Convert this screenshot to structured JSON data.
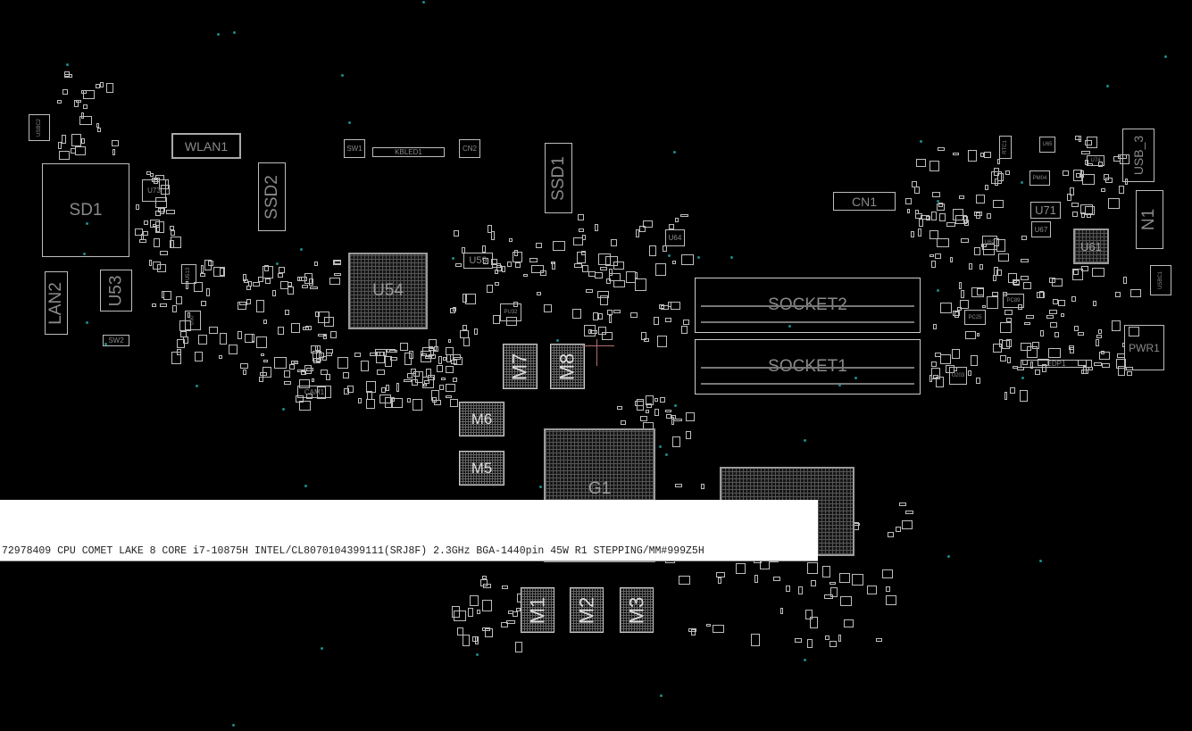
{
  "board": {
    "components": {
      "SD1": "SD1",
      "WLAN1": "WLAN1",
      "SSD2": "SSD2",
      "USBC2": "USBC2",
      "U73": "U73",
      "LAN2": "LAN2",
      "U53": "U53",
      "SW2": "SW2",
      "U513": "U513",
      "U50": "U50",
      "SW1": "SW1",
      "KBLED1": "KBLED1",
      "CN2": "CN2",
      "SSD1": "SSD1",
      "U54": "U54",
      "U59": "U59",
      "U64": "U64",
      "PU32": "PU32",
      "M7": "M7",
      "M8": "M8",
      "CAM1": "CAM1",
      "M6": "M6",
      "M5": "M5",
      "G1": "G1",
      "CN1": "CN1",
      "SOCKET2": "SOCKET2",
      "SOCKET1": "SOCKET1",
      "U71": "U71",
      "U67": "U67",
      "U61": "U61",
      "U65": "U65",
      "PM04": "PM04",
      "U74": "U74",
      "RTC1": "RTC1",
      "USB_3": "USB_3",
      "N1": "N1",
      "USBC1": "USBC1",
      "PWR1": "PWR1",
      "EDP1": "EDP1",
      "PC89": "PC89",
      "PC25": "PC25",
      "U62": "U62",
      "U203": "U203",
      "M1": "M1",
      "M2": "M2",
      "M3": "M3"
    },
    "colors": {
      "background": "#000000",
      "outline": "#bdbdbd",
      "label": "#8a8a8a",
      "testpoint": "#1a8c8c",
      "cursor": "#b07070"
    }
  },
  "info_bar": {
    "text": "72978409 CPU COMET LAKE 8 CORE i7-10875H INTEL/CL8070104399111(SRJ8F) 2.3GHz BGA-1440pin 45W R1 STEPPING/MM#999Z5H"
  }
}
